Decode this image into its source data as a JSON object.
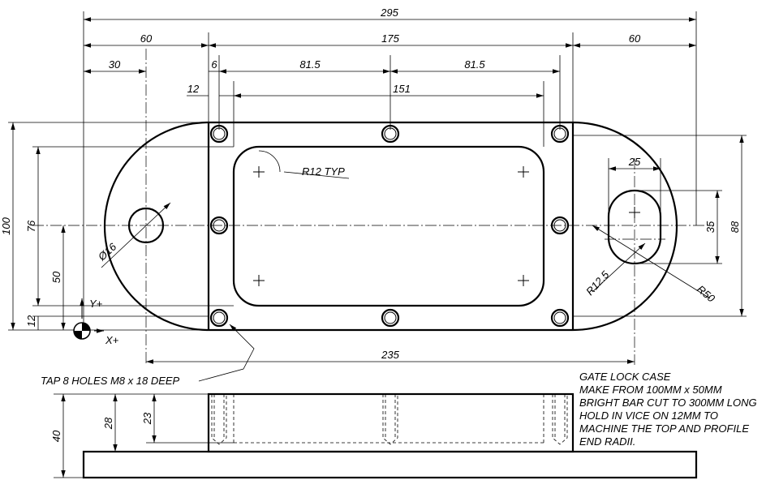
{
  "dimensions": {
    "overall_length": "295",
    "left_end": "60",
    "body_length": "175",
    "right_end": "60",
    "hole_offset": "30",
    "pocket_offset": "6",
    "hole_pitch_left": "81.5",
    "hole_pitch_right": "81.5",
    "hole_edge_offset": "12",
    "pocket_length": "151",
    "hole_centres": "235",
    "height": "100",
    "pocket_height": "76",
    "centre_height": "50",
    "hole_row_height": "12",
    "slot_width": "25",
    "slot_length": "35",
    "end_height": "88",
    "pocket_radius": "R12 TYP",
    "hole_diameter": "Ø16",
    "slot_radius": "R12.5",
    "end_radius": "R50",
    "side_height": "40",
    "side_top": "28",
    "side_body": "23"
  },
  "axes": {
    "y_label": "Y+",
    "x_label": "X+"
  },
  "callouts": {
    "tap_holes": "TAP 8 HOLES M8 x 18 DEEP"
  },
  "notes": [
    "GATE LOCK CASE",
    "MAKE FROM 100MM x 50MM",
    "BRIGHT BAR CUT TO 300MM LONG",
    "HOLD IN VICE ON 12MM TO",
    "MACHINE THE TOP AND PROFILE",
    "END RADII."
  ]
}
